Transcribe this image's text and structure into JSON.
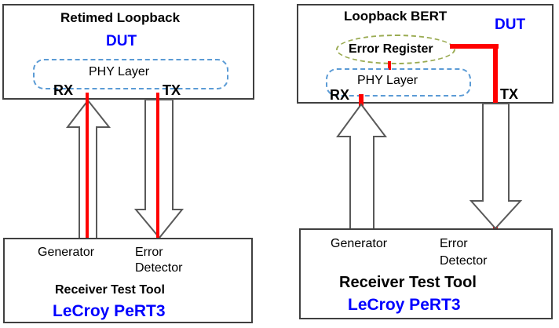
{
  "diagrams": [
    {
      "id": "retimed-loopback",
      "dut": {
        "title": "Retimed Loopback",
        "dut_label": "DUT",
        "phy_label": "PHY Layer",
        "rx_label": "RX",
        "tx_label": "TX"
      },
      "tool": {
        "generator_label": "Generator",
        "error_detector_line1": "Error",
        "error_detector_line2": "Detector",
        "tool_name": "Receiver Test Tool",
        "brand": "LeCroy PeRT3"
      }
    },
    {
      "id": "loopback-bert",
      "dut": {
        "title": "Loopback BERT",
        "dut_label": "DUT",
        "error_register_label": "Error Register",
        "phy_label": "PHY Layer",
        "rx_label": "RX",
        "tx_label": "TX"
      },
      "tool": {
        "generator_label": "Generator",
        "error_detector_line1": "Error",
        "error_detector_line2": "Detector",
        "tool_name": "Receiver Test Tool",
        "brand": "LeCroy PeRT3"
      }
    }
  ],
  "colors": {
    "signal_red": "#ff0000",
    "dut_blue": "#0000ff",
    "phy_dashed_blue": "#5b9bd5",
    "error_register_olive": "#9aab52",
    "outline_gray": "#404040"
  }
}
